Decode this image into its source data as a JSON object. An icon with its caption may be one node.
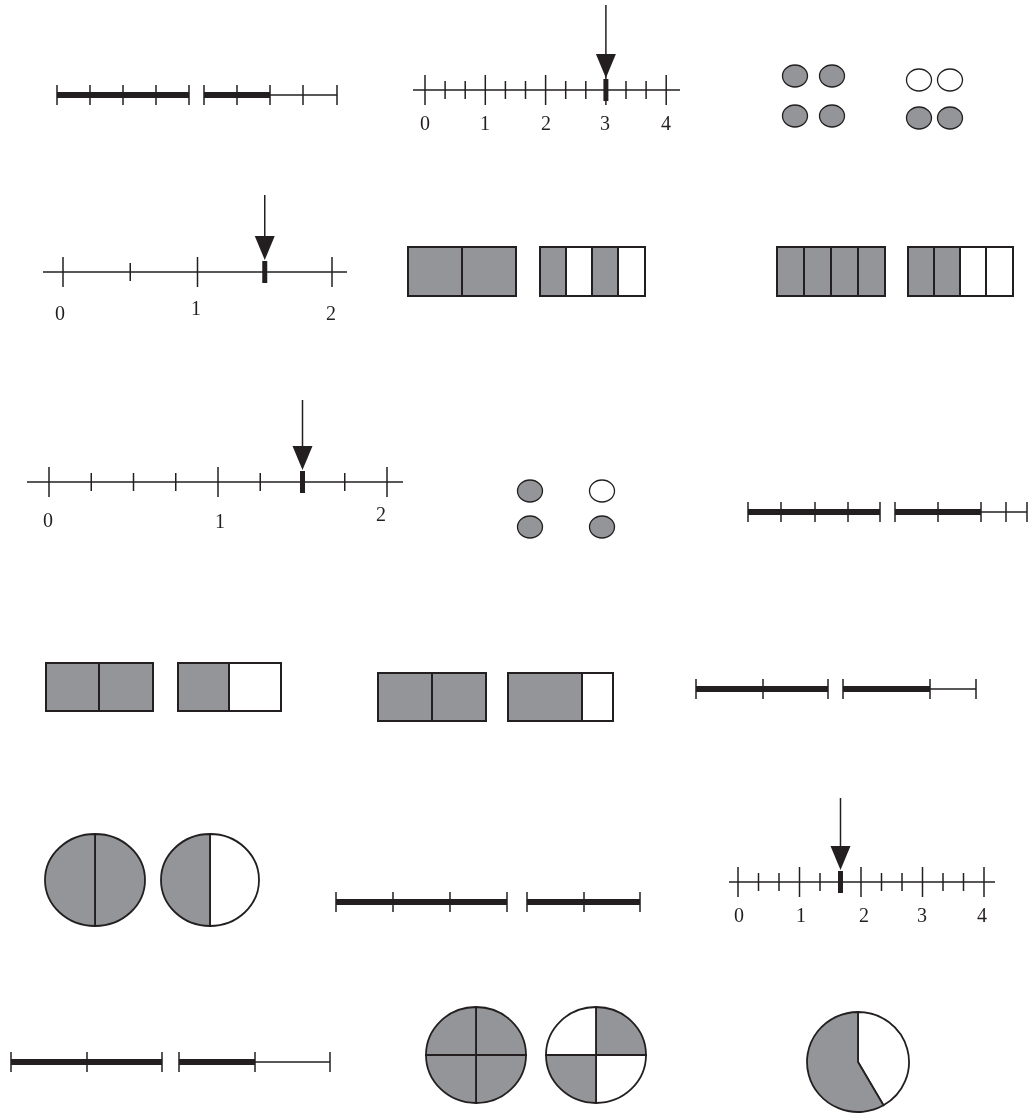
{
  "diagram": {
    "labels": [
      "0",
      "1",
      "2",
      "3",
      "4",
      "0",
      "1",
      "2",
      "0",
      "1",
      "2",
      "0",
      "1",
      "2",
      "3",
      "4"
    ]
  }
}
